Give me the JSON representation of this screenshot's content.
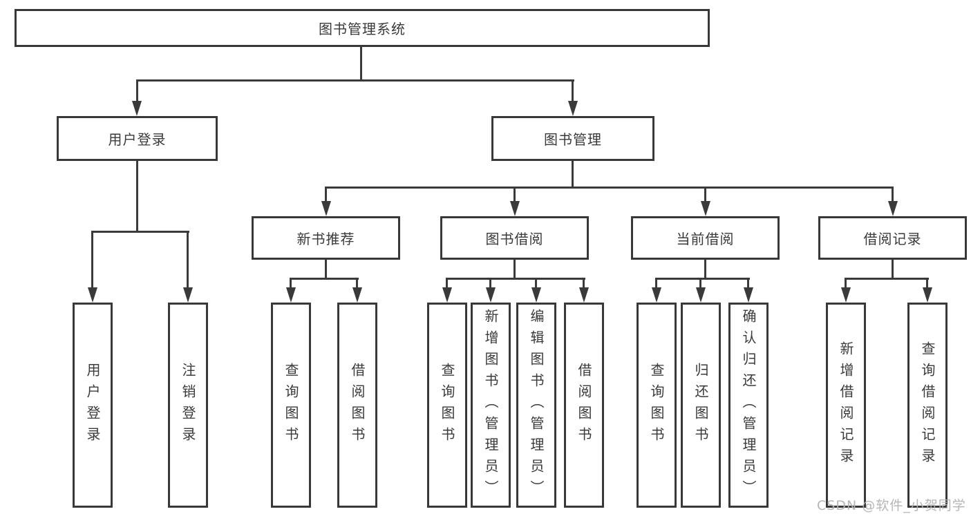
{
  "diagram": {
    "root": {
      "label": "图书管理系统"
    },
    "level2": [
      {
        "label": "用户登录",
        "parent": "图书管理系统"
      },
      {
        "label": "图书管理",
        "parent": "图书管理系统"
      }
    ],
    "level3": [
      {
        "label": "新书推荐",
        "parent": "图书管理"
      },
      {
        "label": "图书借阅",
        "parent": "图书管理"
      },
      {
        "label": "当前借阅",
        "parent": "图书管理"
      },
      {
        "label": "借阅记录",
        "parent": "图书管理"
      }
    ],
    "leaves": [
      {
        "label": "用户登录",
        "parent": "用户登录"
      },
      {
        "label": "注销登录",
        "parent": "用户登录"
      },
      {
        "label": "查询图书",
        "parent": "新书推荐"
      },
      {
        "label": "借阅图书",
        "parent": "新书推荐"
      },
      {
        "label": "查询图书",
        "parent": "图书借阅"
      },
      {
        "label": "新增图书（管理员）",
        "parent": "图书借阅"
      },
      {
        "label": "编辑图书（管理员）",
        "parent": "图书借阅"
      },
      {
        "label": "借阅图书",
        "parent": "图书借阅"
      },
      {
        "label": "查询图书",
        "parent": "当前借阅"
      },
      {
        "label": "归还图书",
        "parent": "当前借阅"
      },
      {
        "label": "确认归还（管理员）",
        "parent": "当前借阅"
      },
      {
        "label": "新增借阅记录",
        "parent": "借阅记录"
      },
      {
        "label": "查询借阅记录",
        "parent": "借阅记录"
      }
    ],
    "colors": {
      "line": "#3a3a3a",
      "border": "#383838",
      "text": "#3a3a3a",
      "background": "#ffffff",
      "watermark": "#b2b2b2"
    }
  },
  "watermark": {
    "text": "CSDN @软件_小贺同学"
  }
}
